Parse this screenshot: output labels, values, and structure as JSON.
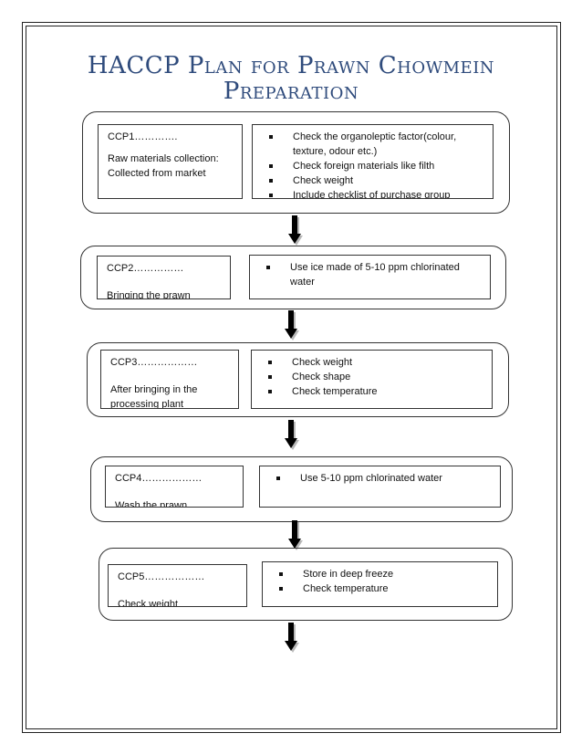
{
  "title_line1": "HACCP Plan for Prawn Chowmein",
  "title_line2": "Preparation",
  "steps": [
    {
      "ccp": "CCP1………….",
      "desc": [
        "Raw materials collection:",
        "Collected from market"
      ],
      "checks": [
        "Check the organoleptic factor(colour, texture, odour etc.)",
        "Check foreign materials like filth",
        "Check weight",
        "Include checklist of purchase group"
      ]
    },
    {
      "ccp": "CCP2……………",
      "desc": [
        "Bringing the prawn"
      ],
      "checks": [
        "Use ice made of 5-10 ppm chlorinated water"
      ]
    },
    {
      "ccp": "CCP3………………",
      "desc": [
        "After bringing in the processing plant"
      ],
      "checks": [
        "Check weight",
        "Check shape",
        "Check temperature"
      ]
    },
    {
      "ccp": "CCP4………………",
      "desc": [
        "Wash the prawn thoroughly"
      ],
      "checks": [
        "Use 5-10 ppm chlorinated water"
      ]
    },
    {
      "ccp": "CCP5………………",
      "desc": [
        "Check weight"
      ],
      "checks": [
        "Store in deep freeze",
        "Check temperature"
      ]
    }
  ]
}
